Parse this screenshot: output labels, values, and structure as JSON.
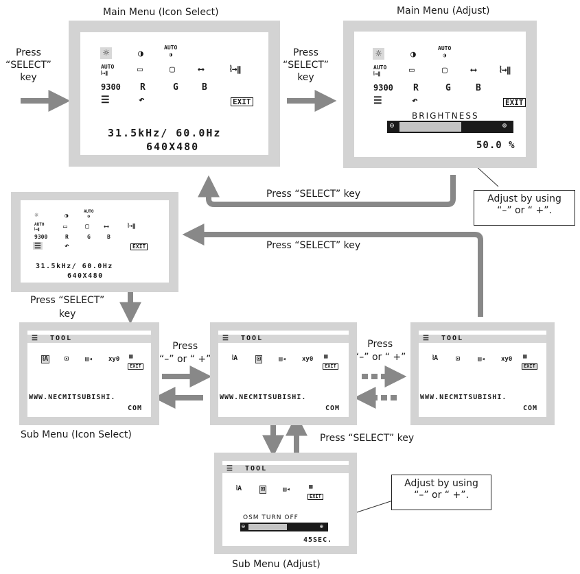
{
  "captions": {
    "main_icon_select": "Main Menu (Icon Select)",
    "main_adjust": "Main Menu (Adjust)",
    "sub_icon_select": "Sub Menu (Icon Select)",
    "sub_adjust": "Sub Menu (Adjust)"
  },
  "labels": {
    "press_select_key_1": "Press",
    "press_select_key_2": "“SELECT”",
    "press_select_key_3": "key",
    "press_select_inline": "Press “SELECT” key",
    "press_select_two_line_1": "Press “SELECT”",
    "press_select_two_line_2": "key",
    "press_minus_plus_1": "Press",
    "press_minus_plus_2": "“–” or “ +”"
  },
  "callouts": {
    "adjust_1": "Adjust by using",
    "adjust_2": "“–” or “ +”."
  },
  "main_menu": {
    "freq": "31.5kHz/ 60.0Hz",
    "resolution": "640X480",
    "icons": {
      "auto": "AUTO",
      "r": "R",
      "g": "G",
      "b": "B",
      "k9300": "9300",
      "exit": "EXIT"
    },
    "adjust_title": "BRIGHTNESS",
    "adjust_value": "50.0 %",
    "brightness_level": 0.5
  },
  "sub_menu": {
    "title": "TOOL",
    "url_1": "WWW.NECMITSUBISHI.",
    "url_2": "COM",
    "exit": "EXIT",
    "osm_title": "OSM TURN OFF",
    "osm_value": "45SEC.",
    "osm_level": 0.45
  }
}
